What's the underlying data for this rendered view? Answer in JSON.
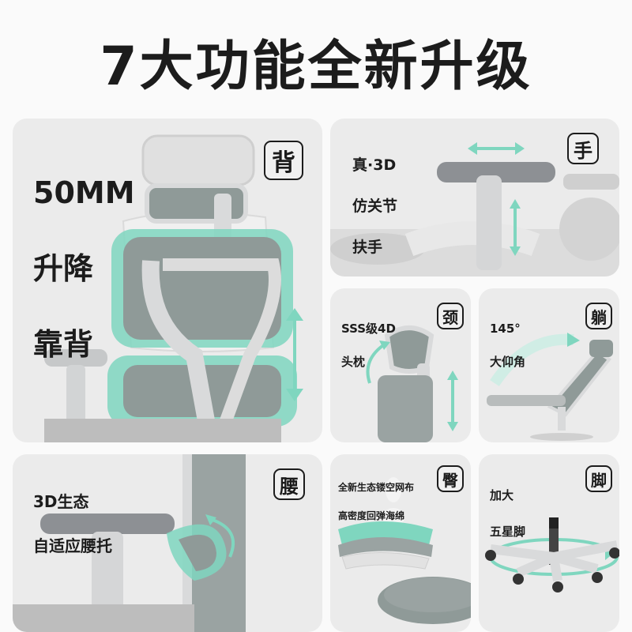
{
  "title": "7大功能全新升级",
  "features": {
    "backrest": {
      "badge": "背",
      "lines": [
        "50MM",
        "升降",
        "靠背"
      ]
    },
    "armrest": {
      "badge": "手",
      "lines": [
        "真·3D",
        "仿关节",
        "扶手"
      ]
    },
    "headrest": {
      "badge": "颈",
      "lines": [
        "SSS级4D",
        "头枕"
      ]
    },
    "recline": {
      "badge": "躺",
      "lines": [
        "145°",
        "大仰角"
      ]
    },
    "lumbar": {
      "badge": "腰",
      "lines": [
        "3D生态",
        "自适应腰托"
      ]
    },
    "seat": {
      "badge": "臀",
      "lines": [
        "全新生态镂空网布",
        "高密度回弹海绵"
      ]
    },
    "base": {
      "badge": "脚",
      "lines": [
        "加大",
        "五星脚"
      ]
    }
  },
  "colors": {
    "accent": "#7fd6bf",
    "mesh": "#8f9a98",
    "frame": "#d9dadb",
    "card": "#ebebeb"
  }
}
